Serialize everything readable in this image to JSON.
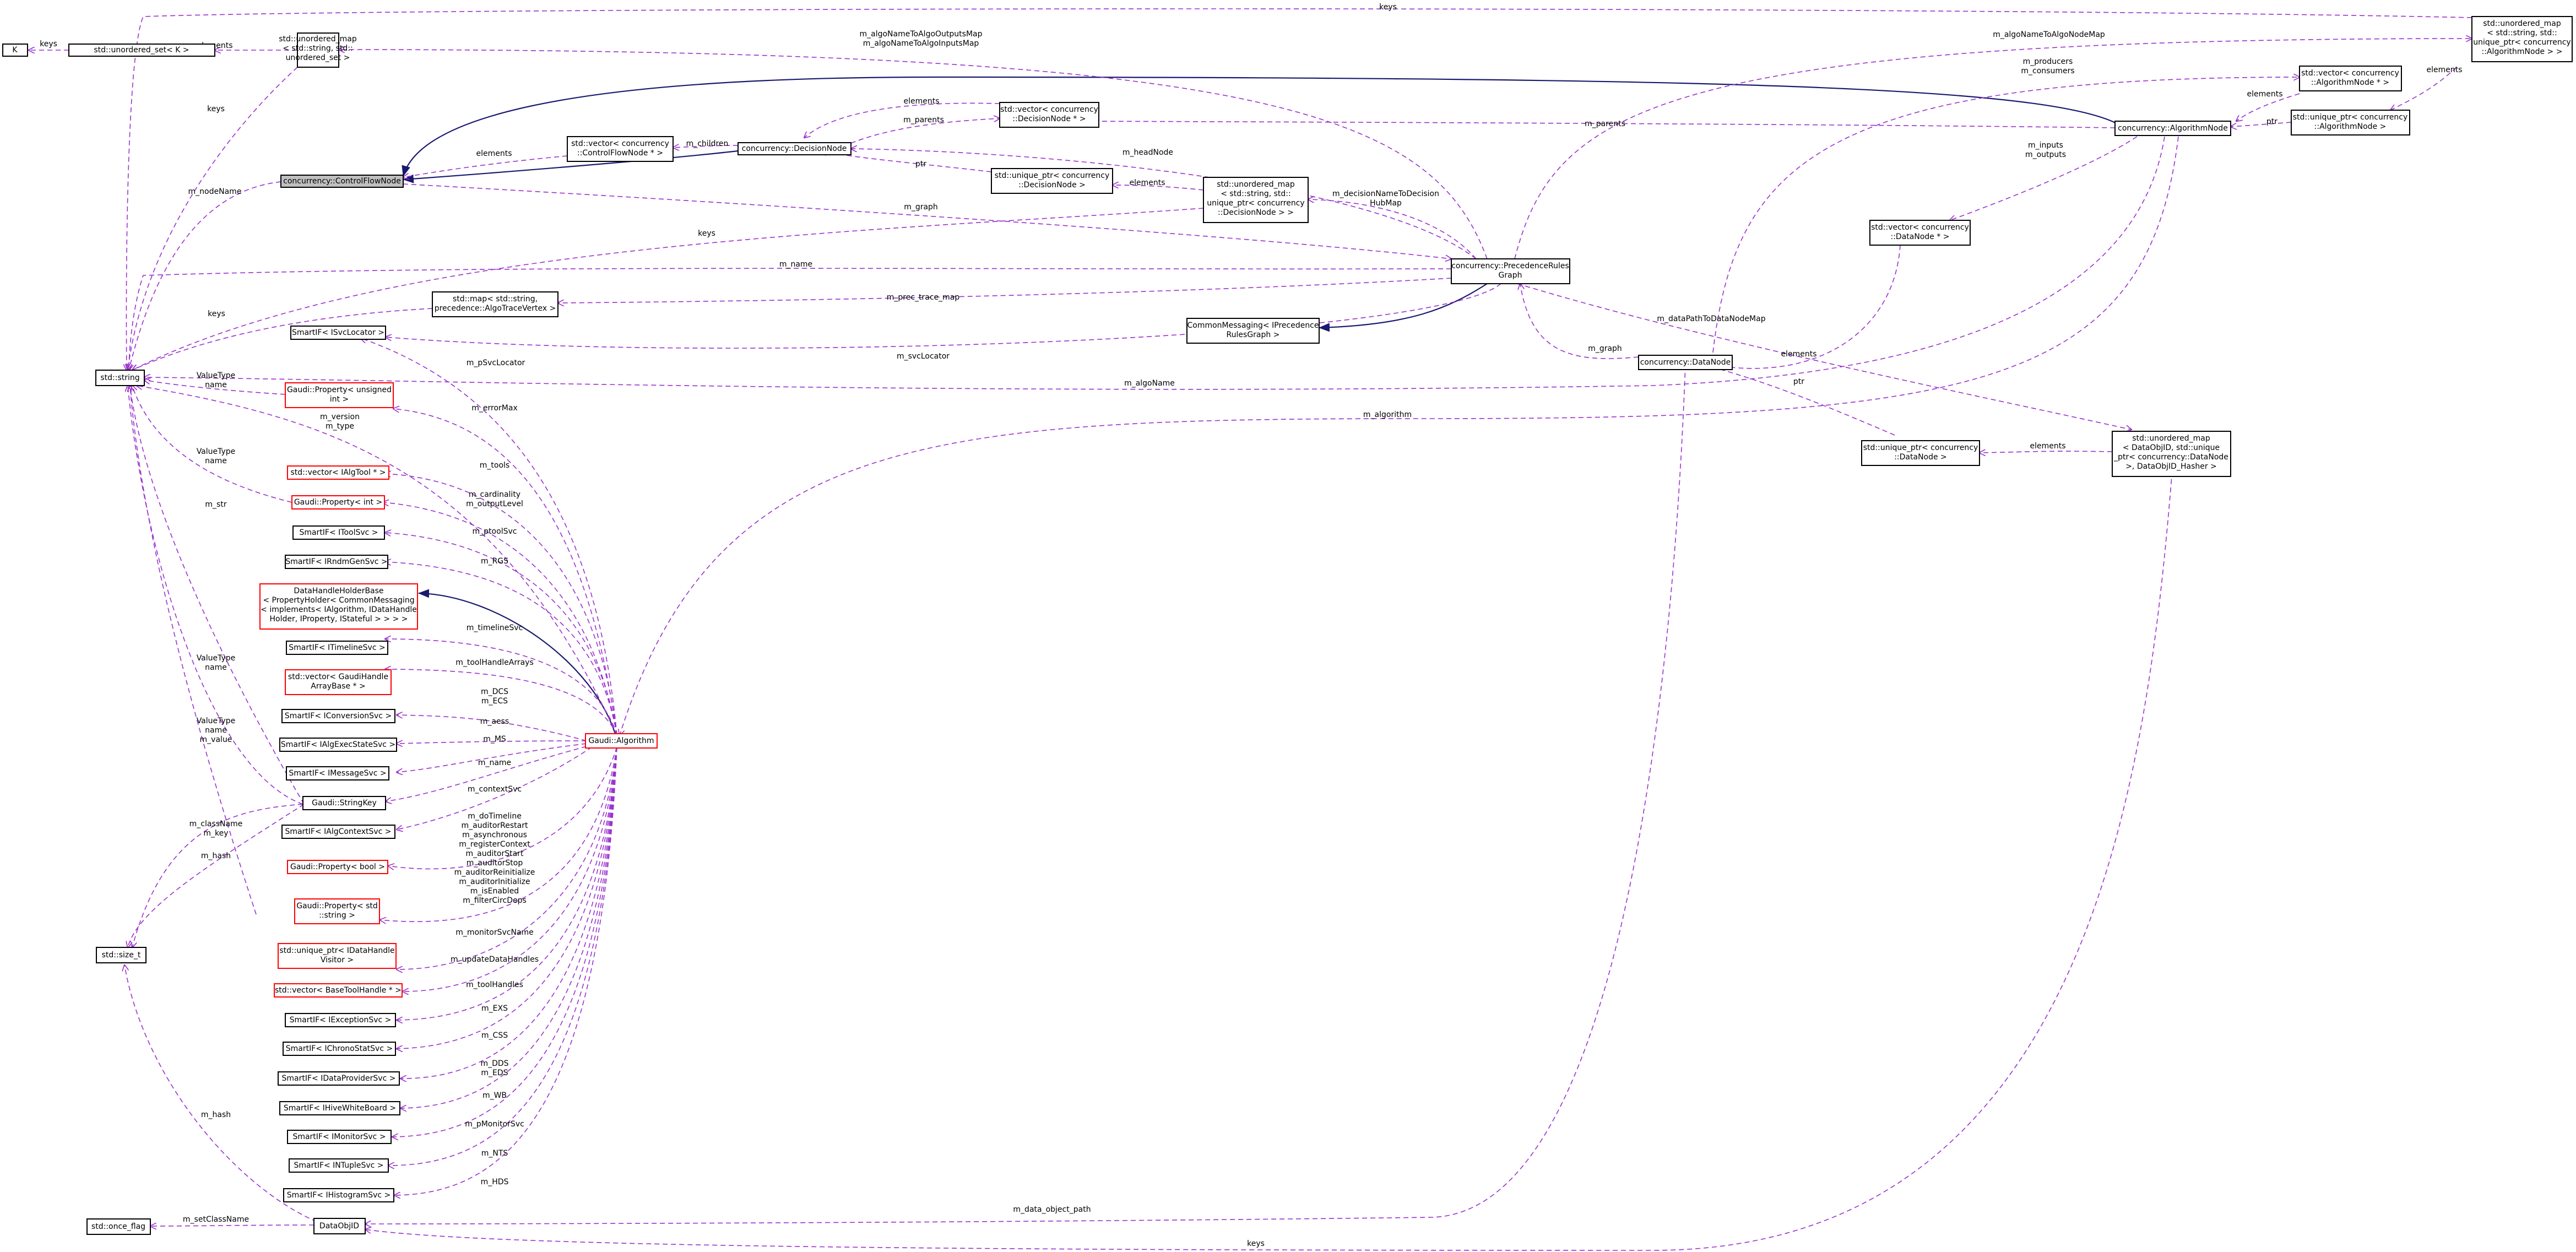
{
  "colors": {
    "usage_edge": "#9a32cd",
    "inheritance_edge": "#191970",
    "node_border": "#000000",
    "incomplete_node_border": "#ff0000",
    "focus_node_fill": "#bfbfbf"
  },
  "nodes": {
    "K": [
      "K"
    ],
    "unordered_set": [
      "std::unordered_set< K >"
    ],
    "string": [
      "std::string"
    ],
    "um_string_set": [
      "std::unordered_map",
      "< std::string, std::",
      "unordered_set >"
    ],
    "control_flow_node": [
      "concurrency::ControlFlowNode"
    ],
    "vector_cfn": [
      "std::vector< concurrency",
      "::ControlFlowNode * >"
    ],
    "decision_node": [
      "concurrency::DecisionNode"
    ],
    "vector_dn": [
      "std::vector< concurrency",
      "::DecisionNode * >"
    ],
    "uptr_dn": [
      "std::unique_ptr< concurrency",
      "::DecisionNode >"
    ],
    "um_dn": [
      "std::unordered_map",
      "< std::string, std::",
      "unique_ptr< concurrency",
      "::DecisionNode > >"
    ],
    "precedence_graph": [
      "concurrency::PrecedenceRules",
      "Graph"
    ],
    "map_trace": [
      "std::map< std::string,",
      "precedence::AlgoTraceVertex >"
    ],
    "cm_prg": [
      "CommonMessaging< IPrecedence",
      "RulesGraph >"
    ],
    "sif_svclocator": [
      "SmartIF< ISvcLocator >"
    ],
    "prop_unsigned": [
      "Gaudi::Property< unsigned",
      "int >"
    ],
    "vector_ialgtool": [
      "std::vector< IAlgTool * >"
    ],
    "prop_int": [
      "Gaudi::Property< int >"
    ],
    "sif_toolsvc": [
      "SmartIF< IToolSvc >"
    ],
    "sif_rndm": [
      "SmartIF< IRndmGenSvc >"
    ],
    "dhhb": [
      "DataHandleHolderBase",
      "< PropertyHolder< CommonMessaging",
      "< implements< IAlgorithm, IDataHandle",
      "Holder, IProperty, IStateful > > > >"
    ],
    "sif_timeline": [
      "SmartIF< ITimelineSvc >"
    ],
    "vector_gdha": [
      "std::vector< GaudiHandle",
      "ArrayBase * >"
    ],
    "sif_conversion": [
      "SmartIF< IConversionSvc >"
    ],
    "sif_algexec": [
      "SmartIF< IAlgExecStateSvc >"
    ],
    "sif_message": [
      "SmartIF< IMessageSvc >"
    ],
    "string_key": [
      "Gaudi::StringKey"
    ],
    "sif_algcontext": [
      "SmartIF< IAlgContextSvc >"
    ],
    "prop_bool": [
      "Gaudi::Property< bool >"
    ],
    "prop_string": [
      "Gaudi::Property< std",
      "::string >"
    ],
    "size_t": [
      "std::size_t"
    ],
    "uptr_dhv": [
      "std::unique_ptr< IDataHandle",
      "Visitor >"
    ],
    "vector_btool": [
      "std::vector< BaseToolHandle * >"
    ],
    "sif_exception": [
      "SmartIF< IExceptionSvc >"
    ],
    "sif_chrono": [
      "SmartIF< IChronoStatSvc >"
    ],
    "sif_dataprovider": [
      "SmartIF< IDataProviderSvc >"
    ],
    "sif_whiteboard": [
      "SmartIF< IHiveWhiteBoard >"
    ],
    "sif_monitor": [
      "SmartIF< IMonitorSvc >"
    ],
    "sif_ntuple": [
      "SmartIF< INTupleSvc >"
    ],
    "sif_histogram": [
      "SmartIF< IHistogramSvc >"
    ],
    "once_flag": [
      "std::once_flag"
    ],
    "dataobjid": [
      "DataObjID"
    ],
    "gaudi_algorithm": [
      "Gaudi::Algorithm"
    ],
    "um_algo_node": [
      "std::unordered_map",
      "< std::string, std::",
      "unique_ptr< concurrency",
      "::AlgorithmNode > >"
    ],
    "vector_an": [
      "std::vector< concurrency",
      "::AlgorithmNode * >"
    ],
    "algorithm_node": [
      "concurrency::AlgorithmNode"
    ],
    "uptr_an": [
      "std::unique_ptr< concurrency",
      "::AlgorithmNode >"
    ],
    "vector_datan": [
      "std::vector< concurrency",
      "::DataNode * >"
    ],
    "data_node": [
      "concurrency::DataNode"
    ],
    "uptr_datan": [
      "std::unique_ptr< concurrency",
      "::DataNode >"
    ],
    "um_dataobjid": [
      "std::unordered_map",
      "< DataObjID, std::unique",
      "_ptr< concurrency::DataNode",
      ">, DataObjID_Hasher >"
    ]
  },
  "edge_labels": {
    "keys_top": [
      "keys"
    ],
    "keys_K": [
      "keys"
    ],
    "elements_set": [
      "elements"
    ],
    "keys_left": [
      "keys"
    ],
    "algo_io_maps": [
      "m_algoNameToAlgoOutputsMap",
      "m_algoNameToAlgoInputsMap"
    ],
    "algo_node_map": [
      "m_algoNameToAlgoNodeMap"
    ],
    "producers_consumers": [
      "m_producers",
      "m_consumers"
    ],
    "elements_an": [
      "elements"
    ],
    "elements_an2": [
      "elements"
    ],
    "elements_dnvec": [
      "elements"
    ],
    "parents_dn": [
      "m_parents"
    ],
    "children": [
      "m_children"
    ],
    "elements_cfn": [
      "elements"
    ],
    "parents_an": [
      "m_parents"
    ],
    "ptr_an": [
      "ptr"
    ],
    "ptr_dn": [
      "ptr"
    ],
    "head_node": [
      "m_headNode"
    ],
    "inputs_outputs": [
      "m_inputs",
      "m_outputs"
    ],
    "elements_dnum": [
      "elements"
    ],
    "node_name": [
      "m_nodeName"
    ],
    "graph_main": [
      "m_graph"
    ],
    "decision_hub": [
      "m_decisionNameToDecision",
      "HubMap"
    ],
    "keys_mid": [
      "keys"
    ],
    "m_name_top": [
      "m_name"
    ],
    "prec_trace": [
      "m_prec_trace_map"
    ],
    "keys_map": [
      "keys"
    ],
    "data_path_map": [
      "m_dataPathToDataNodeMap"
    ],
    "svc_locator": [
      "m_svcLocator"
    ],
    "p_svc_locator": [
      "m_pSvcLocator"
    ],
    "graph_dn": [
      "m_graph"
    ],
    "elements_dataN": [
      "elements"
    ],
    "algo_name": [
      "m_algoName"
    ],
    "value_type1": [
      "ValueType",
      "name"
    ],
    "error_max": [
      "m_errorMax"
    ],
    "ptr_datan": [
      "ptr"
    ],
    "version_type": [
      "m_version",
      "m_type"
    ],
    "m_algorithm": [
      "m_algorithm"
    ],
    "elements_dataobj": [
      "elements"
    ],
    "value_type2": [
      "ValueType",
      "name"
    ],
    "m_tools": [
      "m_tools"
    ],
    "cardinality": [
      "m_cardinality",
      "m_outputLevel"
    ],
    "m_str": [
      "m_str"
    ],
    "ptool_svc": [
      "m_ptoolSvc"
    ],
    "m_rgs": [
      "m_RGS"
    ],
    "timeline_svc": [
      "m_timelineSvc"
    ],
    "tool_handle_arrays": [
      "m_toolHandleArrays"
    ],
    "value_type3": [
      "ValueType",
      "name"
    ],
    "dcs_ecs": [
      "m_DCS",
      "m_ECS"
    ],
    "m_aess": [
      "m_aess"
    ],
    "value_type4": [
      "ValueType",
      "name",
      "m_value"
    ],
    "m_ms": [
      "m_MS"
    ],
    "m_name_alg": [
      "m_name"
    ],
    "context_svc": [
      "m_contextSvc"
    ],
    "class_key": [
      "m_className",
      "m_key"
    ],
    "bool_props": [
      "m_doTimeline",
      "m_auditorRestart",
      "m_asynchronous",
      "m_registerContext",
      "m_auditorStart",
      "m_auditorStop",
      "m_auditorReinitialize",
      "m_auditorInitialize",
      "m_isEnabled",
      "m_filterCircDeps"
    ],
    "m_hash_upper": [
      "m_hash"
    ],
    "monitor_svc_name": [
      "m_monitorSvcName"
    ],
    "update_data_handles": [
      "m_updateDataHandles"
    ],
    "tool_handles": [
      "m_toolHandles"
    ],
    "m_exs": [
      "m_EXS"
    ],
    "m_css": [
      "m_CSS"
    ],
    "dds_eds": [
      "m_DDS",
      "m_EDS"
    ],
    "m_wb": [
      "m_WB"
    ],
    "p_monitor_svc": [
      "m_pMonitorSvc"
    ],
    "m_nts": [
      "m_NTS"
    ],
    "m_hds": [
      "m_HDS"
    ],
    "m_hash_lower": [
      "m_hash"
    ],
    "set_class_name": [
      "m_setClassName"
    ],
    "data_object_path": [
      "m_data_object_path"
    ],
    "keys_bottom": [
      "keys"
    ]
  }
}
